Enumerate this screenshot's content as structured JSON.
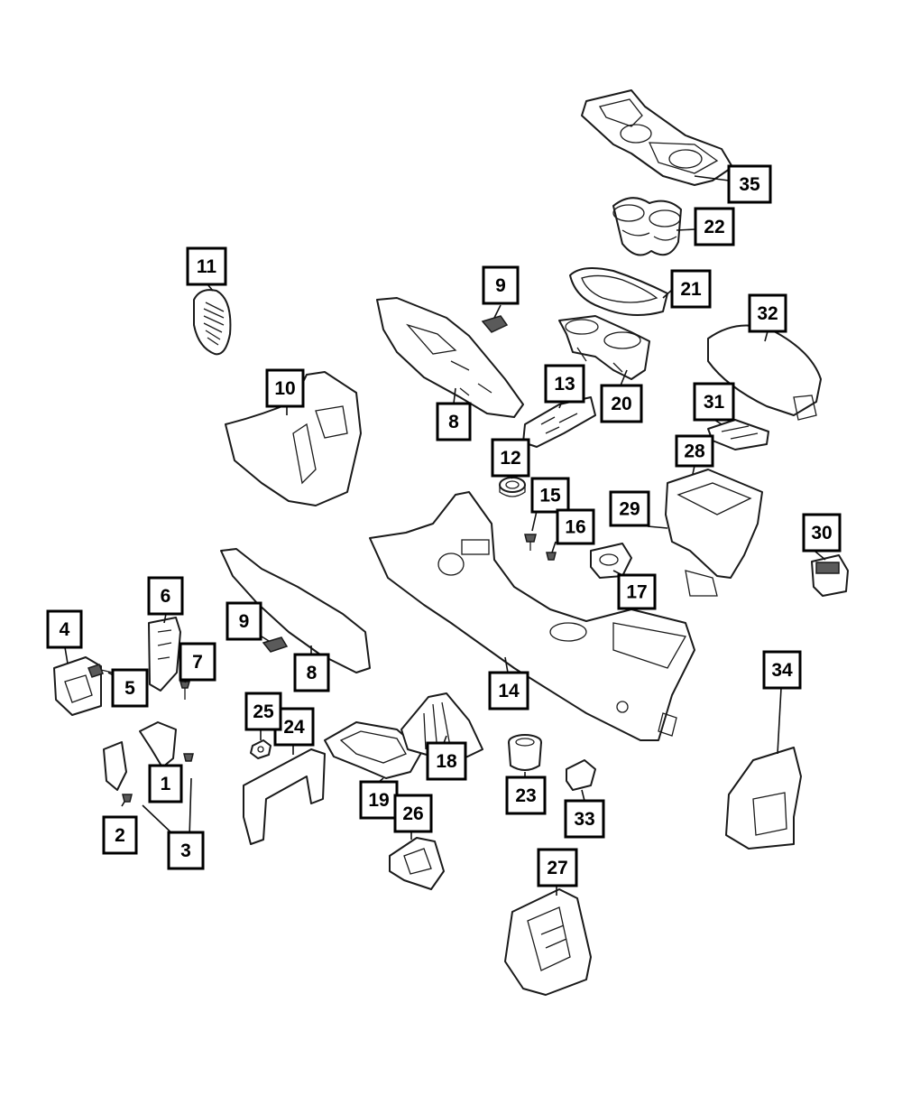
{
  "callouts": [
    {
      "label": "1"
    },
    {
      "label": "2"
    },
    {
      "label": "3"
    },
    {
      "label": "4"
    },
    {
      "label": "5"
    },
    {
      "label": "6"
    },
    {
      "label": "7"
    },
    {
      "label": "8"
    },
    {
      "label": "8"
    },
    {
      "label": "9"
    },
    {
      "label": "9"
    },
    {
      "label": "10"
    },
    {
      "label": "11"
    },
    {
      "label": "12"
    },
    {
      "label": "13"
    },
    {
      "label": "14"
    },
    {
      "label": "15"
    },
    {
      "label": "16"
    },
    {
      "label": "17"
    },
    {
      "label": "18"
    },
    {
      "label": "19"
    },
    {
      "label": "20"
    },
    {
      "label": "21"
    },
    {
      "label": "22"
    },
    {
      "label": "23"
    },
    {
      "label": "24"
    },
    {
      "label": "25"
    },
    {
      "label": "26"
    },
    {
      "label": "27"
    },
    {
      "label": "28"
    },
    {
      "label": "29"
    },
    {
      "label": "30"
    },
    {
      "label": "31"
    },
    {
      "label": "32"
    },
    {
      "label": "33"
    },
    {
      "label": "34"
    },
    {
      "label": "35"
    }
  ]
}
